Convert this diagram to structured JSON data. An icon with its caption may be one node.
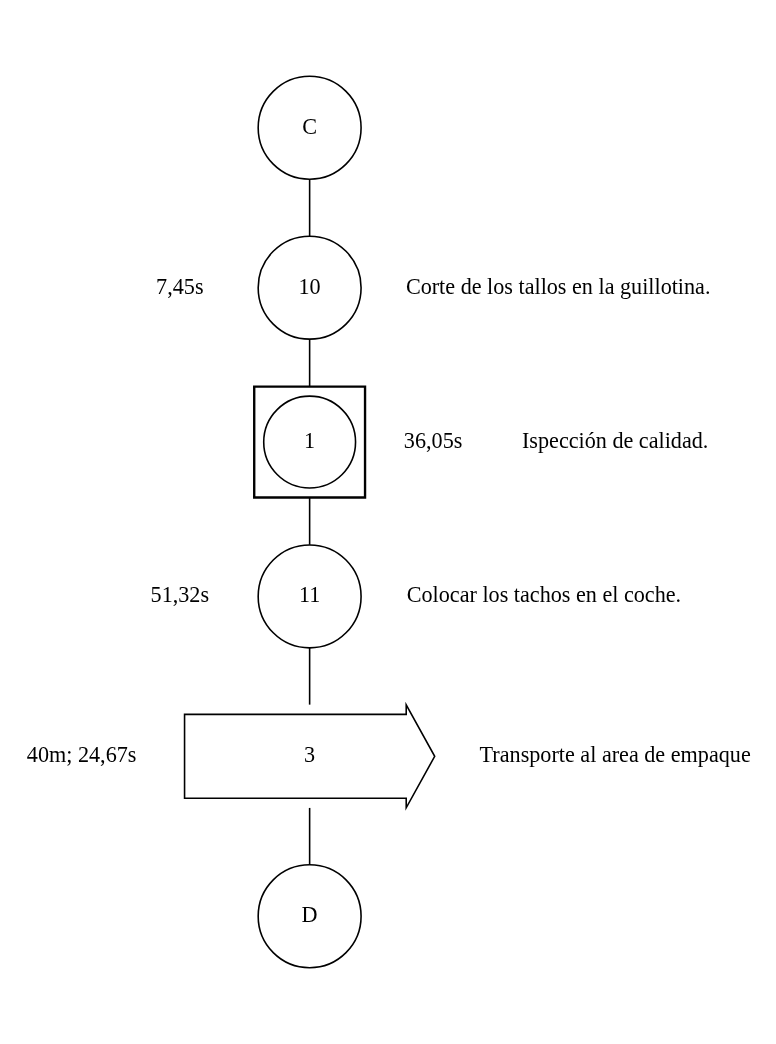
{
  "diagram": {
    "nodes": [
      {
        "text": [
          "C"
        ]
      },
      {
        "text": [
          "10"
        ],
        "beside": [
          "7,45s",
          "Corte de los tallos en la guillotina."
        ]
      },
      {
        "text": [],
        "shape": "box"
      },
      {
        "text": [
          "1"
        ],
        "in": 2,
        "beside": [
          "36,05s",
          "Ispección de calidad."
        ]
      },
      {
        "text": [
          "11"
        ],
        "beside": [
          "51,32s",
          "Colocar los tachos en el coche."
        ]
      },
      {
        "text": [
          "3"
        ],
        "beside": [
          "40m; 24,67s",
          "Transporte al area de empaque"
        ]
      },
      {
        "text": [
          "D"
        ]
      }
    ],
    "edges": [
      {
        "from": 0,
        "to": 1,
        "arrow": "none"
      },
      {
        "from": 1,
        "to": 2,
        "arrow": "none"
      },
      {
        "from": 2,
        "to": 4,
        "arrow": "none"
      },
      {
        "from": 4,
        "to": 5,
        "arrow": "none"
      },
      {
        "from": 5,
        "to": 6,
        "arrow": "none"
      }
    ]
  }
}
